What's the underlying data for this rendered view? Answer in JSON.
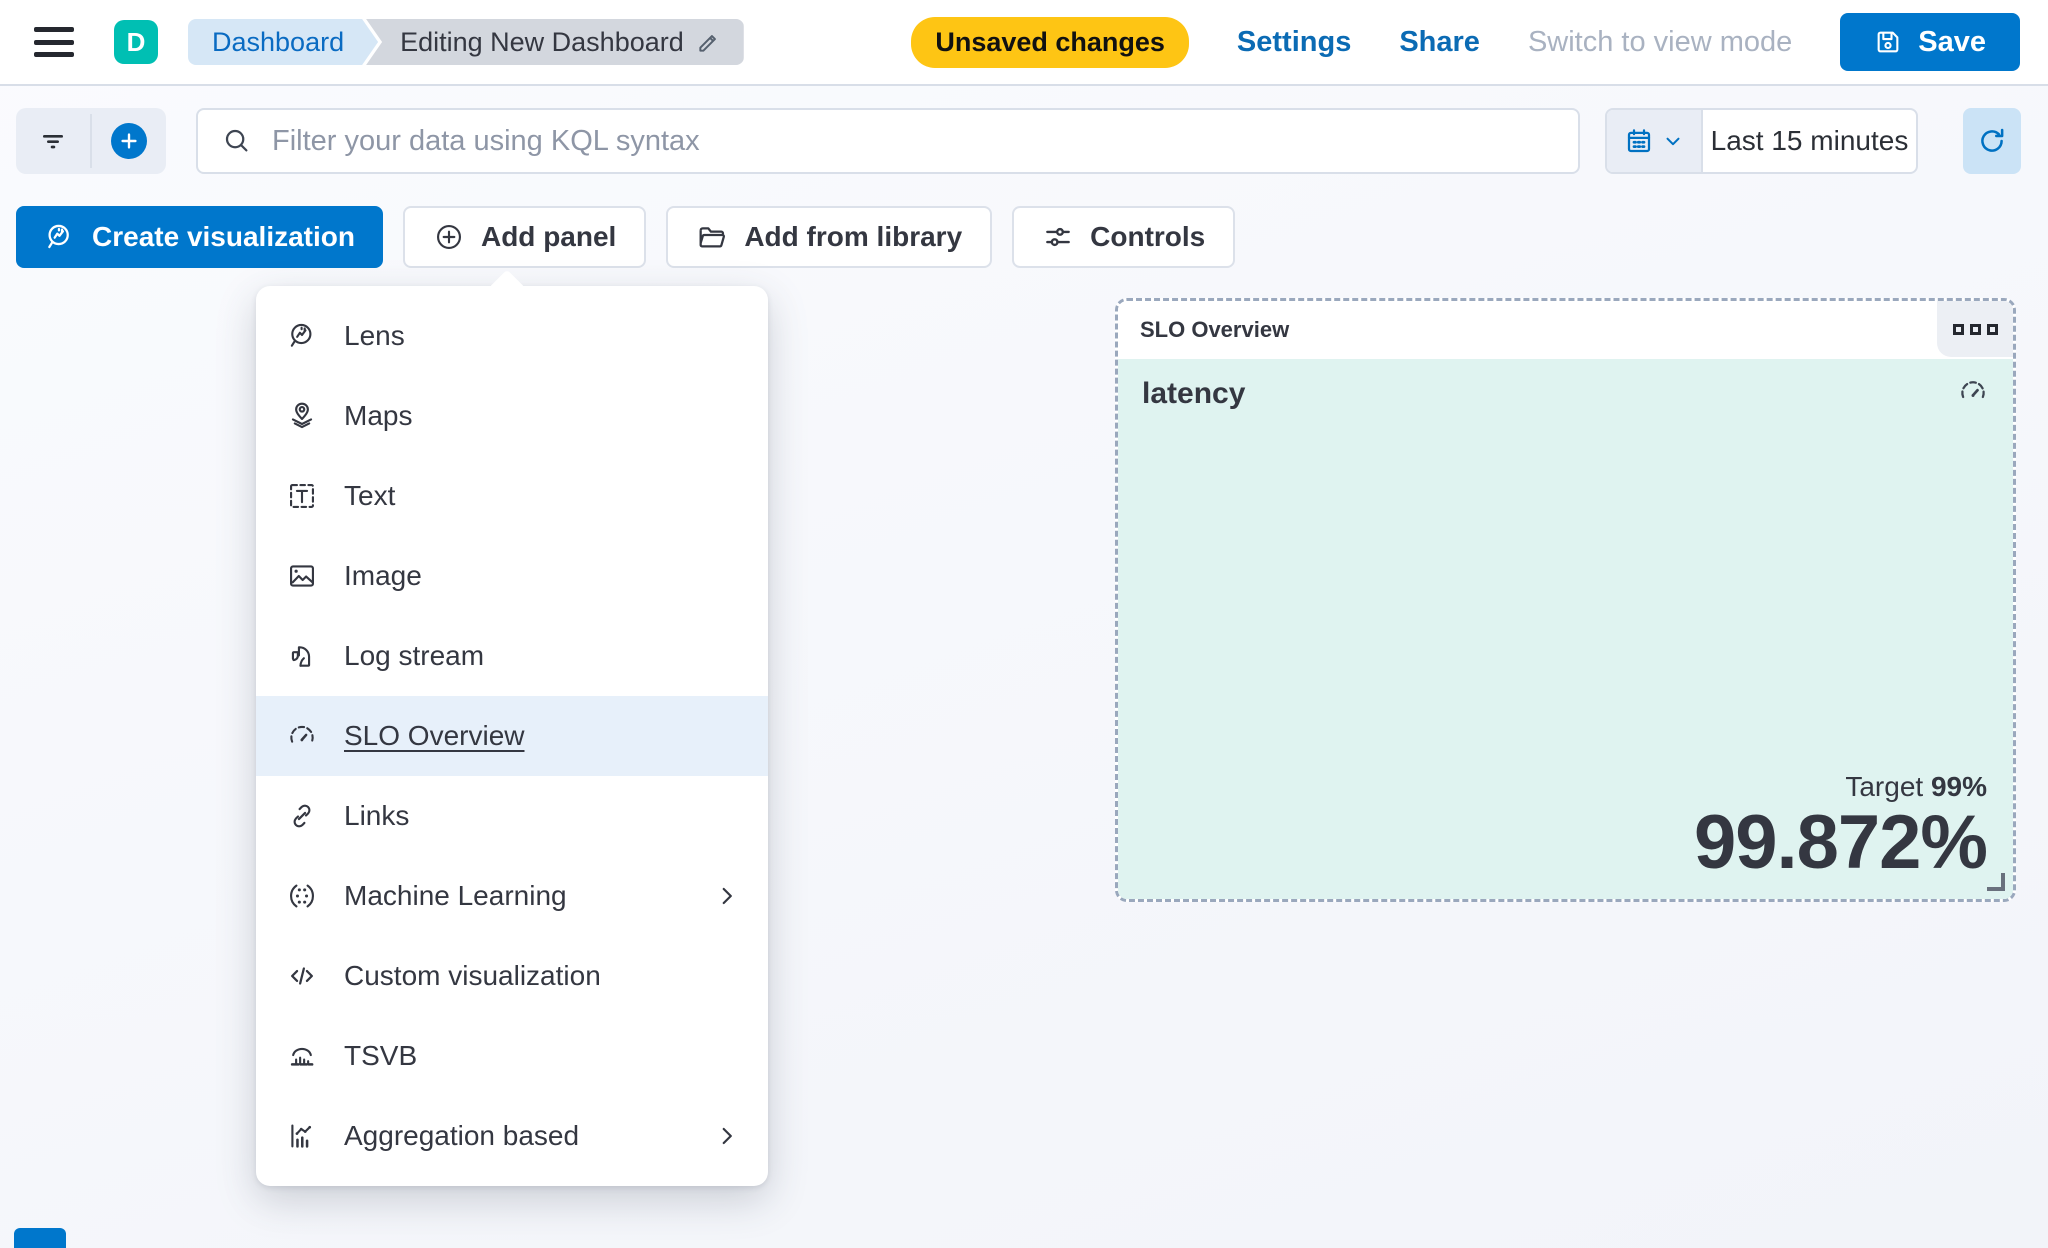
{
  "header": {
    "avatar_initial": "D",
    "breadcrumbs": [
      {
        "label": "Dashboard"
      },
      {
        "label": "Editing New Dashboard"
      }
    ],
    "unsaved_badge": "Unsaved changes",
    "settings_label": "Settings",
    "share_label": "Share",
    "view_mode_label": "Switch to view mode",
    "save_label": "Save"
  },
  "query_bar": {
    "placeholder": "Filter your data using KQL syntax",
    "time_range": "Last 15 minutes"
  },
  "toolbar": {
    "create_visualization_label": "Create visualization",
    "add_panel_label": "Add panel",
    "add_from_library_label": "Add from library",
    "controls_label": "Controls"
  },
  "add_panel_menu": {
    "items": [
      {
        "label": "Lens",
        "icon": "lens",
        "selected": false,
        "has_submenu": false
      },
      {
        "label": "Maps",
        "icon": "maps",
        "selected": false,
        "has_submenu": false
      },
      {
        "label": "Text",
        "icon": "text",
        "selected": false,
        "has_submenu": false
      },
      {
        "label": "Image",
        "icon": "image",
        "selected": false,
        "has_submenu": false
      },
      {
        "label": "Log stream",
        "icon": "log-stream",
        "selected": false,
        "has_submenu": false
      },
      {
        "label": "SLO Overview",
        "icon": "slo-overview",
        "selected": true,
        "has_submenu": false
      },
      {
        "label": "Links",
        "icon": "links",
        "selected": false,
        "has_submenu": false
      },
      {
        "label": "Machine Learning",
        "icon": "machine-learning",
        "selected": false,
        "has_submenu": true
      },
      {
        "label": "Custom visualization",
        "icon": "custom-visualization",
        "selected": false,
        "has_submenu": false
      },
      {
        "label": "TSVB",
        "icon": "tsvb",
        "selected": false,
        "has_submenu": false
      },
      {
        "label": "Aggregation based",
        "icon": "aggregation-based",
        "selected": false,
        "has_submenu": true
      }
    ]
  },
  "slo_panel": {
    "title": "SLO Overview",
    "metric_name": "latency",
    "target_label": "Target",
    "target_value": "99%",
    "value": "99.872%"
  },
  "colors": {
    "primary_blue": "#0077CC",
    "link_blue": "#0B6BB4",
    "avatar_teal": "#00BFB3",
    "unsaved_yellow": "#FEC514",
    "panel_mint": "#DFF3F0",
    "dashed_border": "#9AA8BD",
    "muted_text": "#A9B2C1",
    "dark_text": "#343741"
  }
}
